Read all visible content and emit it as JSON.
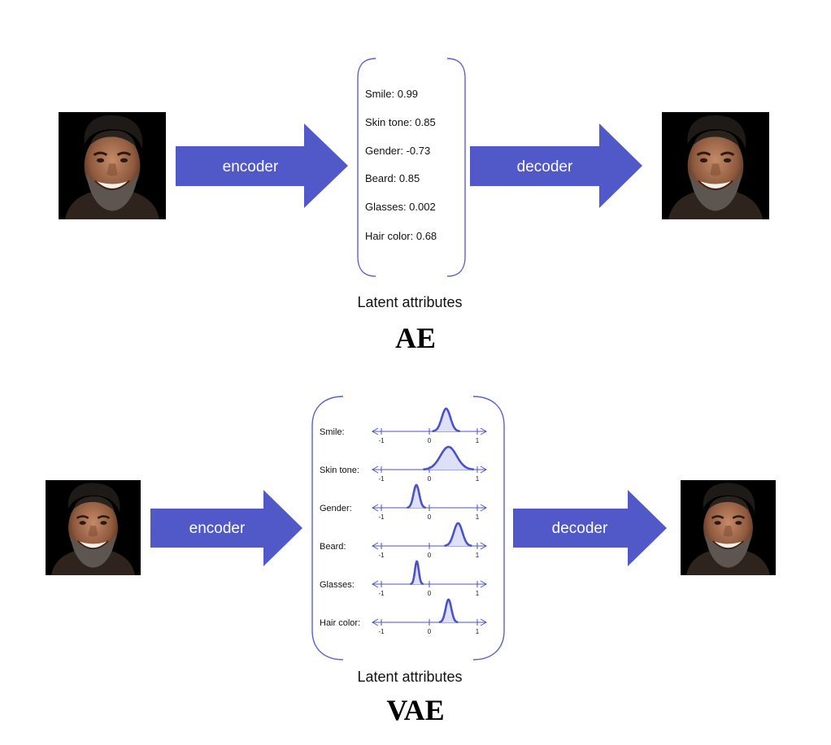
{
  "colors": {
    "arrow_fill": "#5158c8",
    "curve": "#4a52c8",
    "curve_fill": "#dde0f6",
    "bracket": "#5a62c8",
    "face_bg": "#000000"
  },
  "ae": {
    "encoder_label": "encoder",
    "decoder_label": "decoder",
    "attributes": [
      {
        "text": "Smile: 0.99"
      },
      {
        "text": "Skin tone: 0.85"
      },
      {
        "text": "Gender: -0.73"
      },
      {
        "text": "Beard: 0.85"
      },
      {
        "text": "Glasses: 0.002"
      },
      {
        "text": "Hair color: 0.68"
      }
    ],
    "caption": "Latent attributes",
    "title": "AE"
  },
  "vae": {
    "encoder_label": "encoder",
    "decoder_label": "decoder",
    "axis": {
      "min": -1,
      "max": 1,
      "ticks": [
        "-1",
        "0",
        "1"
      ]
    },
    "attributes": [
      {
        "label": "Smile:",
        "mean": 0.35,
        "sd": 0.09
      },
      {
        "label": "Skin tone:",
        "mean": 0.4,
        "sd": 0.17
      },
      {
        "label": "Gender:",
        "mean": -0.27,
        "sd": 0.06
      },
      {
        "label": "Beard:",
        "mean": 0.6,
        "sd": 0.09
      },
      {
        "label": "Glasses:",
        "mean": -0.26,
        "sd": 0.04
      },
      {
        "label": "Hair color:",
        "mean": 0.4,
        "sd": 0.06
      }
    ],
    "caption": "Latent attributes",
    "title": "VAE"
  }
}
